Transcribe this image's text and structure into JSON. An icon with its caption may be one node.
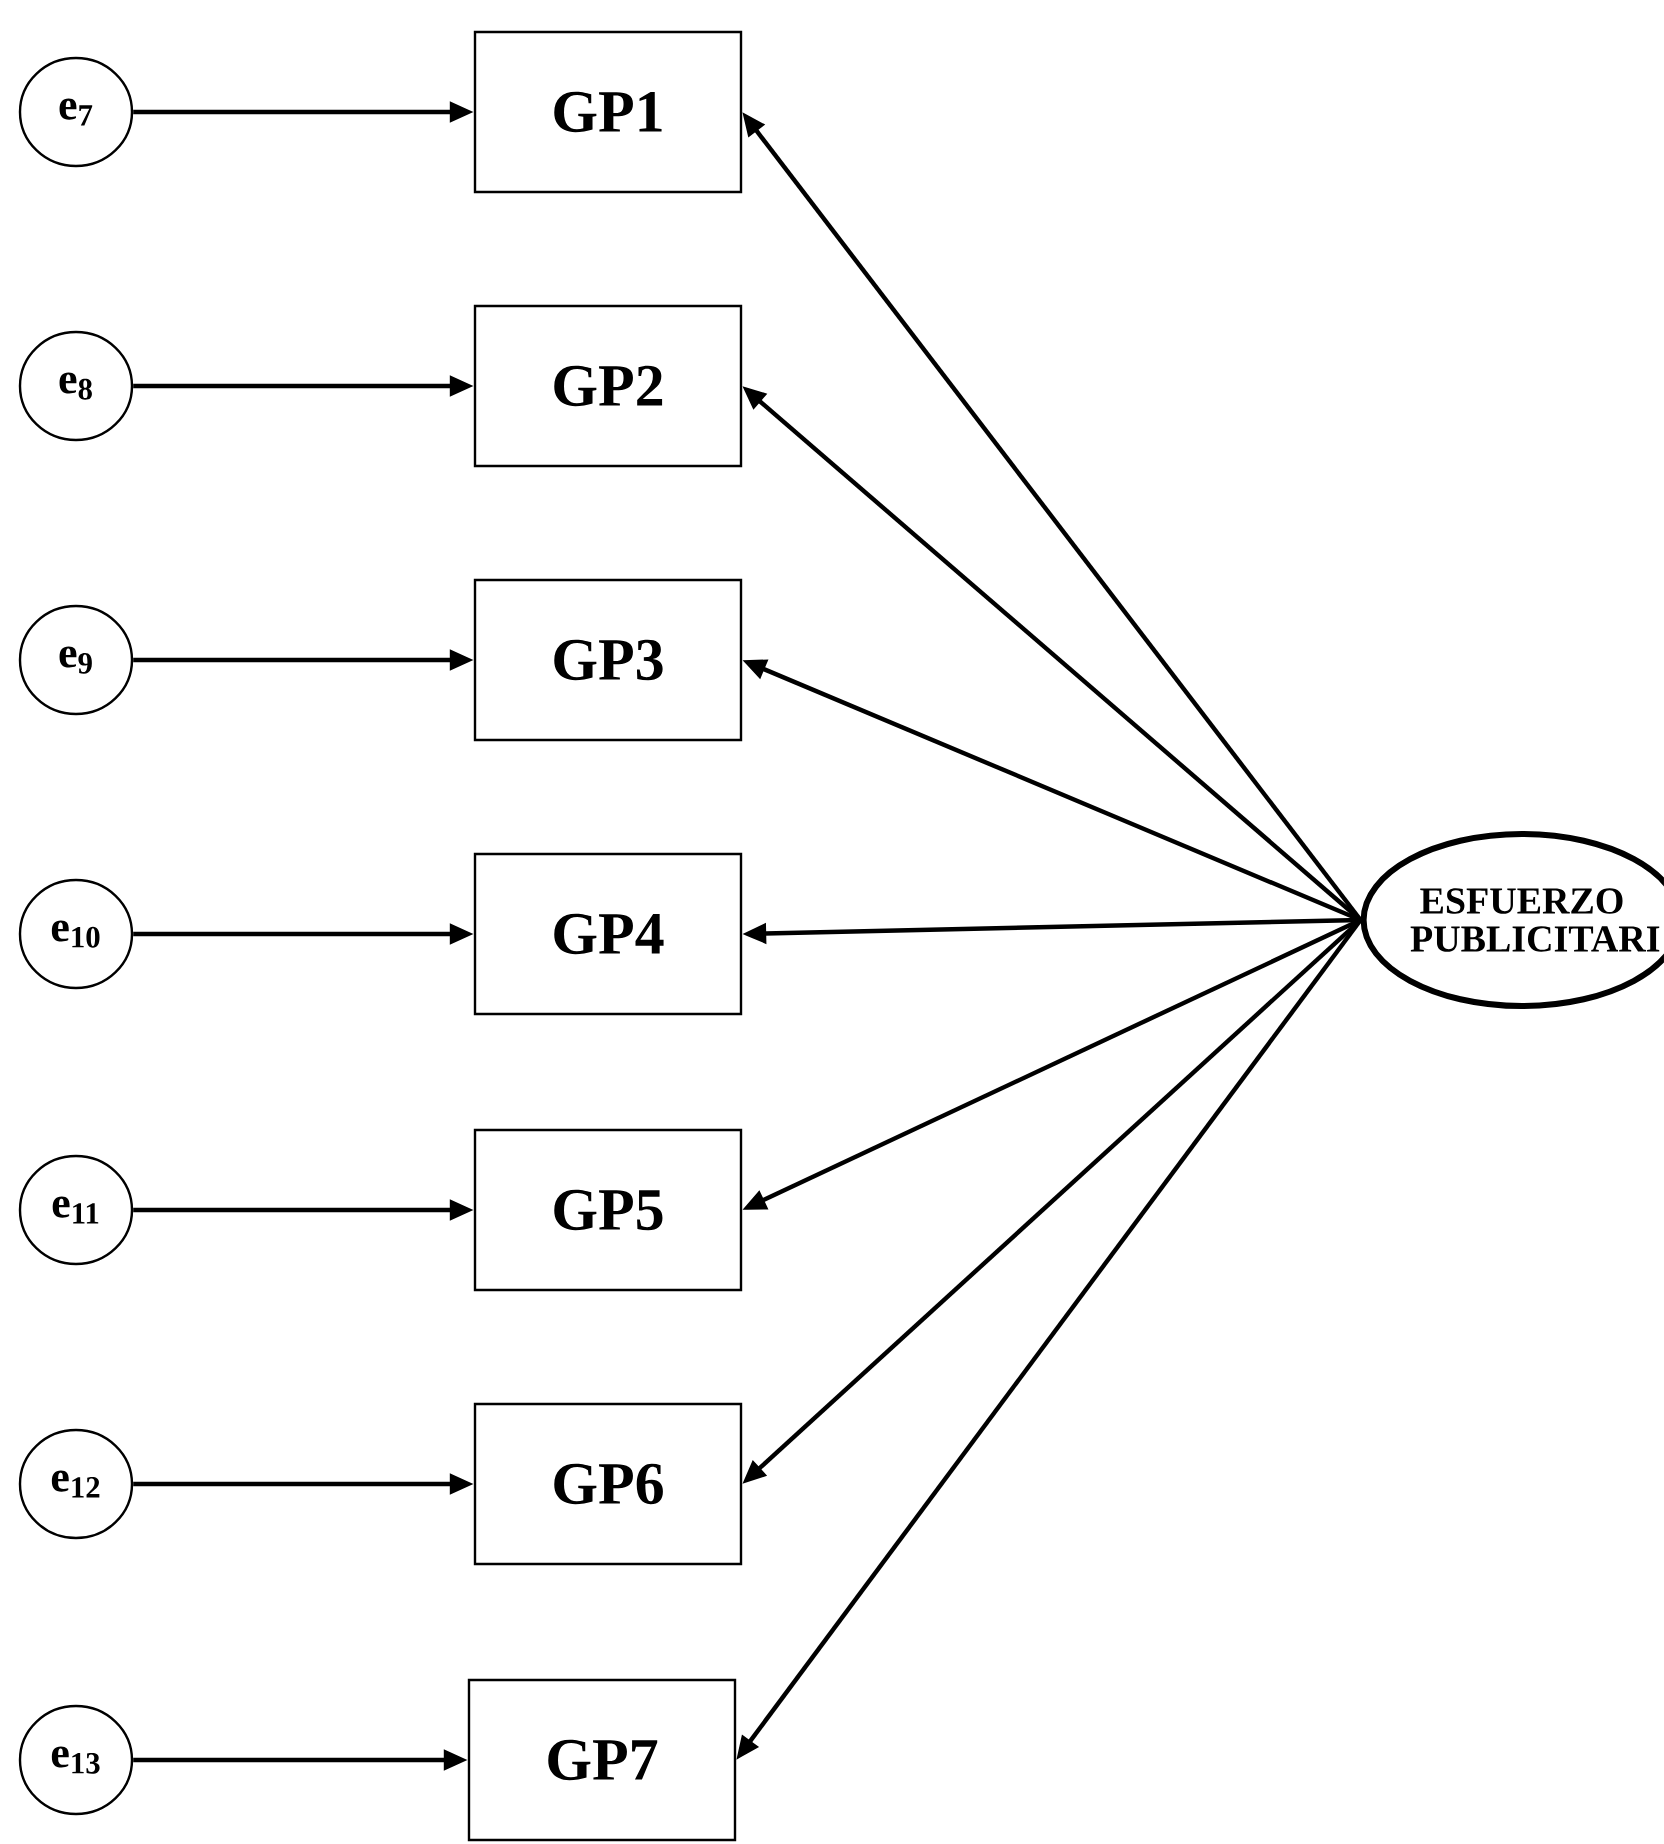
{
  "diagram": {
    "nodes": [
      {
        "text": [
          "e$_{7}$"
        ]
      },
      {
        "text": [
          "GP1"
        ]
      },
      {
        "text": [
          "e$_{8}$"
        ]
      },
      {
        "text": [
          "GP2"
        ]
      },
      {
        "text": [
          "e$_{9}$"
        ]
      },
      {
        "text": [
          "GP3"
        ]
      },
      {
        "text": [
          "e$_{10}$"
        ]
      },
      {
        "text": [
          "GP4"
        ]
      },
      {
        "text": [
          "e$_{11}$"
        ]
      },
      {
        "text": [
          "GP5"
        ]
      },
      {
        "text": [
          "e$_{12}$"
        ]
      },
      {
        "text": [
          "GP6"
        ]
      },
      {
        "text": [
          "e$_{13}$"
        ]
      },
      {
        "text": [
          "GP7"
        ]
      },
      {
        "text": [
          "ESFUERZO PUBLICITARI"
        ]
      }
    ],
    "edges": [
      {
        "from": 0,
        "to": 1,
        "arrow": "to"
      },
      {
        "from": 2,
        "to": 3,
        "arrow": "to"
      },
      {
        "from": 4,
        "to": 5,
        "arrow": "to"
      },
      {
        "from": 6,
        "to": 7,
        "arrow": "to"
      },
      {
        "from": 8,
        "to": 9,
        "arrow": "to"
      },
      {
        "from": 10,
        "to": 11,
        "arrow": "to"
      },
      {
        "from": 12,
        "to": 13,
        "arrow": "to"
      },
      {
        "from": 14,
        "to": 1,
        "arrow": "to"
      },
      {
        "from": 14,
        "to": 3,
        "arrow": "to"
      },
      {
        "from": 14,
        "to": 5,
        "arrow": "to"
      },
      {
        "from": 14,
        "to": 7,
        "arrow": "to"
      },
      {
        "from": 14,
        "to": 9,
        "arrow": "to"
      },
      {
        "from": 14,
        "to": 11,
        "arrow": "to"
      },
      {
        "from": 14,
        "to": 13,
        "arrow": "to"
      }
    ]
  }
}
